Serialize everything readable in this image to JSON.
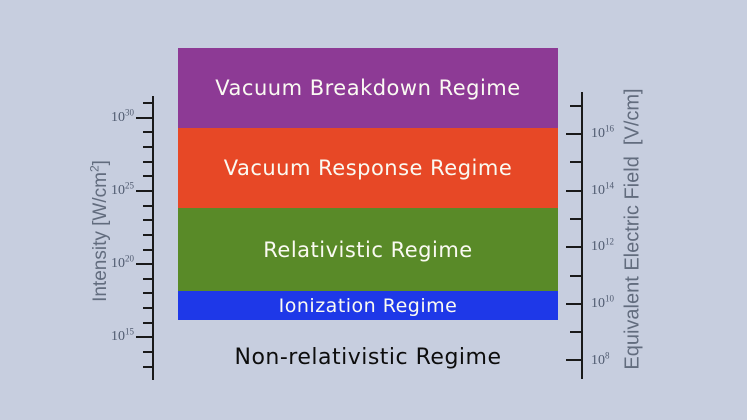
{
  "canvas": {
    "background": "#c7cedf"
  },
  "chart_data": {
    "type": "bar",
    "subtype": "stacked-regime-bands",
    "title": "",
    "orientation": "vertical",
    "legend": "none",
    "grid": "off",
    "bands": [
      {
        "label": "Vacuum Breakdown Regime",
        "color": "#8d3a95",
        "text_color": "#fafaf2",
        "intensity_log10_Wcm2_range": [
          29,
          34
        ]
      },
      {
        "label": "Vacuum Response Regime",
        "color": "#e74826",
        "text_color": "#fafaf2",
        "intensity_log10_Wcm2_range": [
          24,
          29
        ]
      },
      {
        "label": "Relativistic Regime",
        "color": "#598a28",
        "text_color": "#f2f5e0",
        "intensity_log10_Wcm2_range": [
          18,
          24
        ]
      },
      {
        "label": "Ionization Regime",
        "color": "#1e38e8",
        "text_color": "#f5f5f0",
        "intensity_log10_Wcm2_range": [
          16,
          18
        ]
      },
      {
        "label": "Non-relativistic Regime",
        "color": "none",
        "text_color": "#0d0d0d",
        "intensity_log10_Wcm2_range": [
          13,
          16
        ]
      }
    ],
    "left_axis": {
      "title_pre": "Intensity [W/cm",
      "title_sup": "2",
      "title_post": "]",
      "scale": "log",
      "range_log10": [
        13,
        31
      ],
      "minor_ticks_every_decade": true,
      "ticks": [
        {
          "base": "10",
          "exp": "30"
        },
        {
          "base": "10",
          "exp": "25"
        },
        {
          "base": "10",
          "exp": "20"
        },
        {
          "base": "10",
          "exp": "15"
        }
      ]
    },
    "right_axis": {
      "title": "Equivalent Electric Field  [V/cm]",
      "scale": "log",
      "range_log10": [
        7,
        17
      ],
      "minor_ticks_every_decade": true,
      "ticks": [
        {
          "base": "10",
          "exp": "16"
        },
        {
          "base": "10",
          "exp": "14"
        },
        {
          "base": "10",
          "exp": "12"
        },
        {
          "base": "10",
          "exp": "10"
        },
        {
          "base": "10",
          "exp": "8"
        }
      ]
    },
    "colors": {
      "axis_line": "#1a1a1a",
      "tick_label": "#505b70",
      "axis_title": "#626c7e",
      "background": "#c7cedf"
    }
  }
}
